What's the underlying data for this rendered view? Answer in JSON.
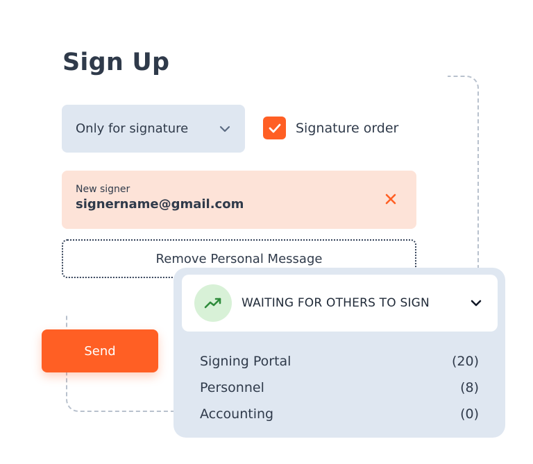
{
  "form": {
    "title": "Sign Up",
    "signature_select": "Only for signature",
    "signature_order_label": "Signature order",
    "signature_order_checked": true,
    "signer": {
      "caption": "New signer",
      "email": "signername@gmail.com"
    },
    "remove_message_label": "Remove Personal Message",
    "send_label": "Send"
  },
  "status_panel": {
    "title": "WAITING FOR OTHERS TO SIGN",
    "items": [
      {
        "label": "Signing Portal",
        "count": "(20)"
      },
      {
        "label": "Personnel",
        "count": "(8)"
      },
      {
        "label": "Accounting",
        "count": "(0)"
      }
    ]
  },
  "icons": {
    "chevron": "chevron-down-icon",
    "check": "check-icon",
    "remove": "close-icon",
    "trend": "trending-up-icon"
  },
  "colors": {
    "accent": "#ff5f24",
    "select_bg": "#dfe7f1",
    "signer_bg": "#fde3d8",
    "panel_bg": "#dfe7f1",
    "trend_bg": "#d8f1d7",
    "trend_icon": "#2e8b3b"
  }
}
